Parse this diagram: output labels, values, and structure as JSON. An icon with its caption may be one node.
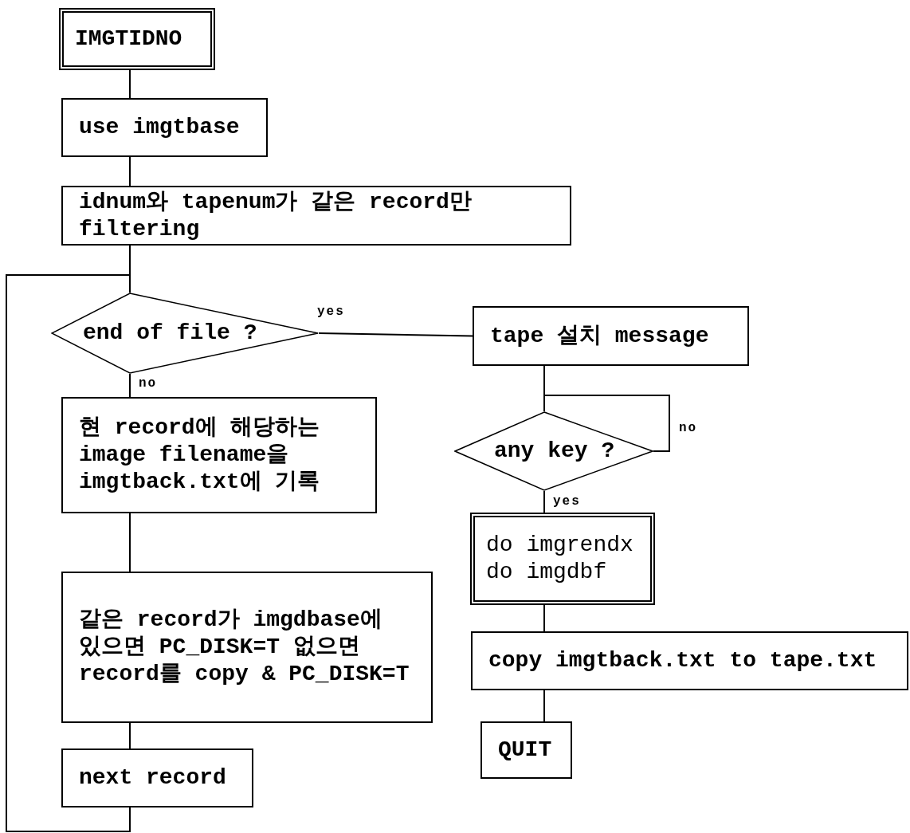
{
  "diagram": {
    "nodes": [
      {
        "text": [
          "IMGTIDNO"
        ]
      },
      {
        "text": [
          "use imgtbase"
        ]
      },
      {
        "text": [
          "idnum와 tapenum가 같은 record만 filtering"
        ]
      },
      {
        "text": [
          "end of file ?"
        ]
      },
      {
        "text": [
          "현 record에 해당하는 image filename을 imgtback.txt에 기록"
        ]
      },
      {
        "text": [
          "같은 record가 imgdbase에 있으면 PC_DISK=T 없으면 record를 copy & PC_DISK=T"
        ]
      },
      {
        "text": [
          "next record"
        ]
      },
      {
        "text": [
          "tape 설치 message"
        ]
      },
      {
        "text": [
          "any key ?"
        ]
      },
      {
        "text": [
          "do imgrendx do imgdbf"
        ]
      },
      {
        "text": [
          "copy imgtback.txt to tape.txt"
        ]
      },
      {
        "text": [
          "QUIT"
        ]
      }
    ],
    "edges": [
      {
        "from": 0,
        "to": 1,
        "arrow": "none"
      },
      {
        "from": 1,
        "to": 2,
        "arrow": "none"
      },
      {
        "from": 2,
        "to": 3,
        "arrow": "none"
      },
      {
        "from": 3,
        "to": 4,
        "arrow": "none",
        "label": "no"
      },
      {
        "from": 3,
        "to": 7,
        "arrow": "none",
        "label": "yes"
      },
      {
        "from": 4,
        "to": 5,
        "arrow": "none"
      },
      {
        "from": 5,
        "to": 6,
        "arrow": "none"
      },
      {
        "from": 6,
        "to": 3,
        "arrow": "none"
      },
      {
        "from": 7,
        "to": 8,
        "arrow": "none"
      },
      {
        "from": 8,
        "to": 8,
        "arrow": "none",
        "label": "no"
      },
      {
        "from": 8,
        "to": 9,
        "arrow": "none",
        "label": "yes"
      },
      {
        "from": 9,
        "to": 10,
        "arrow": "none"
      },
      {
        "from": 10,
        "to": 11,
        "arrow": "none"
      }
    ]
  }
}
